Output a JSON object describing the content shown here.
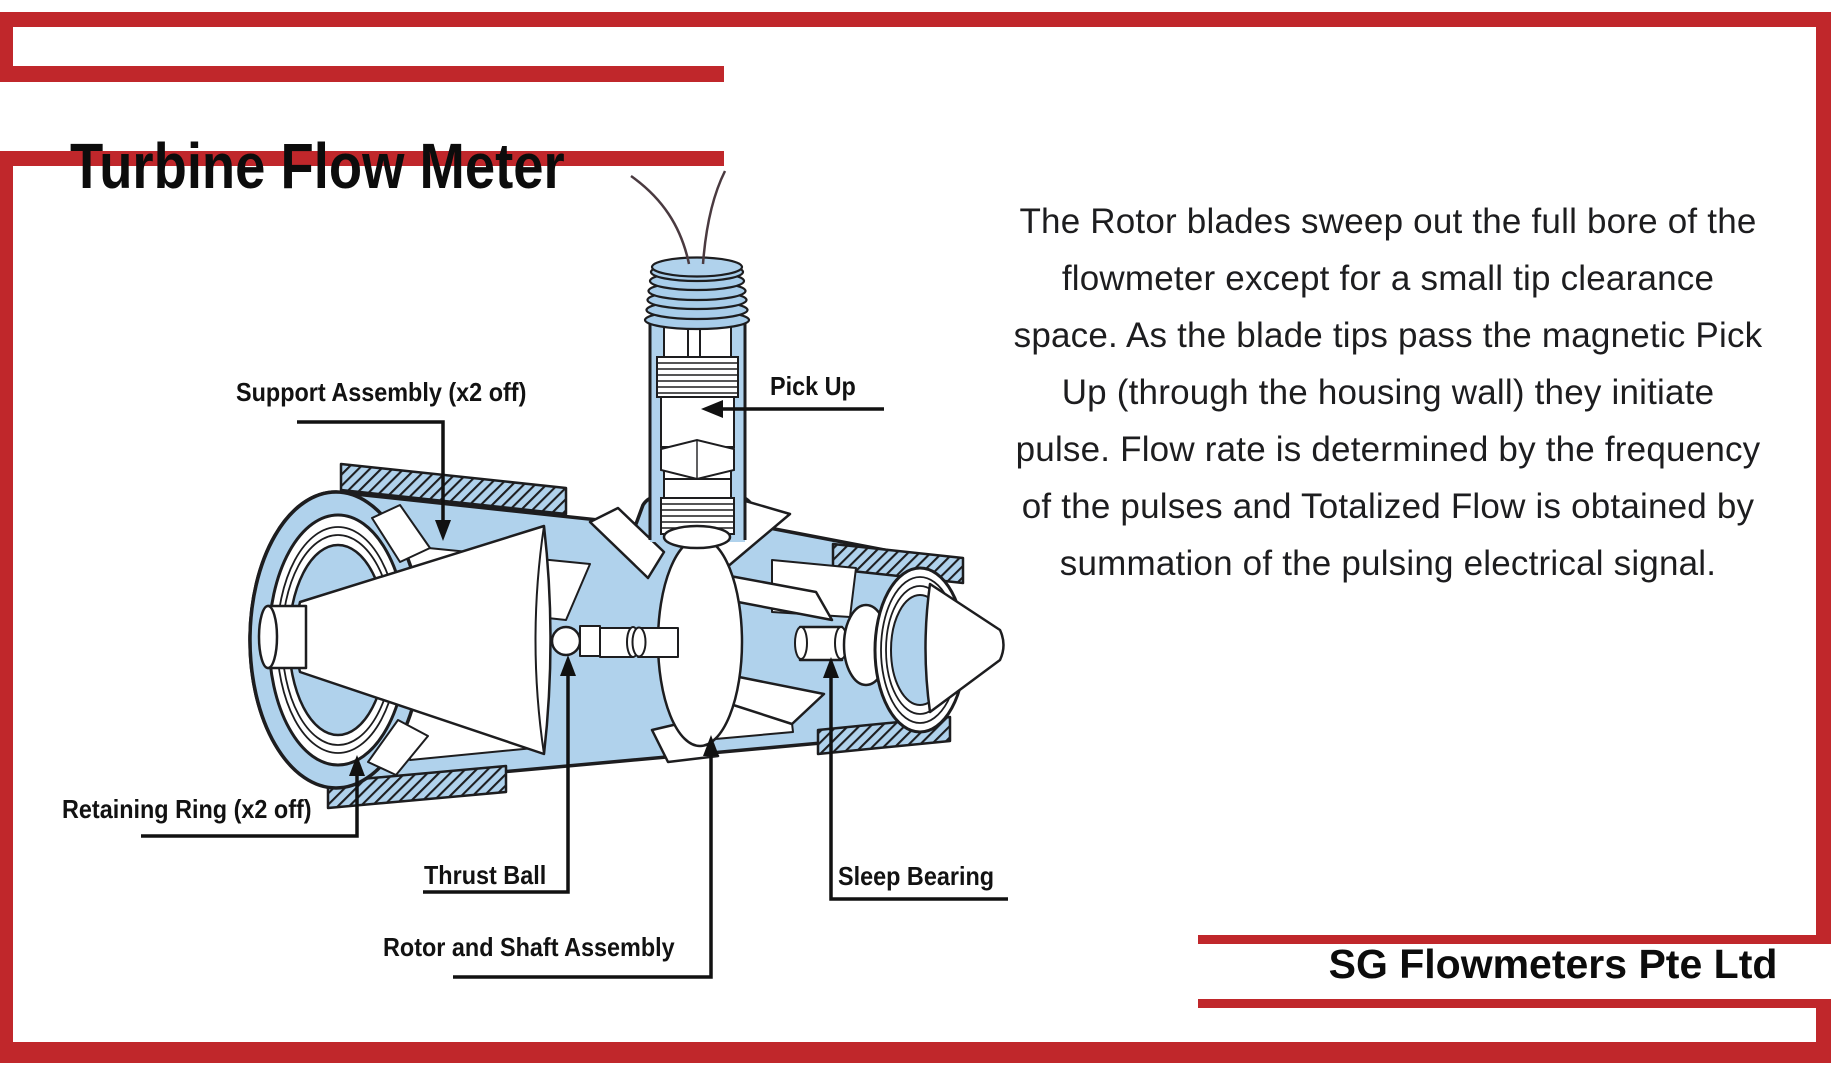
{
  "header": {
    "title": "Turbine Flow Meter"
  },
  "footer": {
    "company": "SG Flowmeters Pte Ltd"
  },
  "description": {
    "lines": [
      "The Rotor blades sweep out the full bore of the",
      "flowmeter except for a small tip clearance",
      "space. As the blade tips pass the magnetic Pick",
      "Up (through the housing wall) they initiate",
      "pulse. Flow rate is determined by the frequency",
      "of the pulses and Totalized Flow is obtained by",
      "summation of the pulsing electrical signal."
    ]
  },
  "diagram": {
    "name": "turbine-flow-meter-cutaway-illustration",
    "labels": {
      "support_assembly": "Support Assembly (x2 off)",
      "pick_up": "Pick Up",
      "retaining_ring": "Retaining Ring (x2 off)",
      "thrust_ball": "Thrust Ball",
      "rotor_shaft": "Rotor and Shaft Assembly",
      "sleep_bearing": "Sleep Bearing"
    }
  },
  "colors": {
    "accent_red": "#c0272b",
    "diagram_blue": "#b0d2ec",
    "outline_dark": "#1d1d1f",
    "text_dark": "#141414"
  }
}
